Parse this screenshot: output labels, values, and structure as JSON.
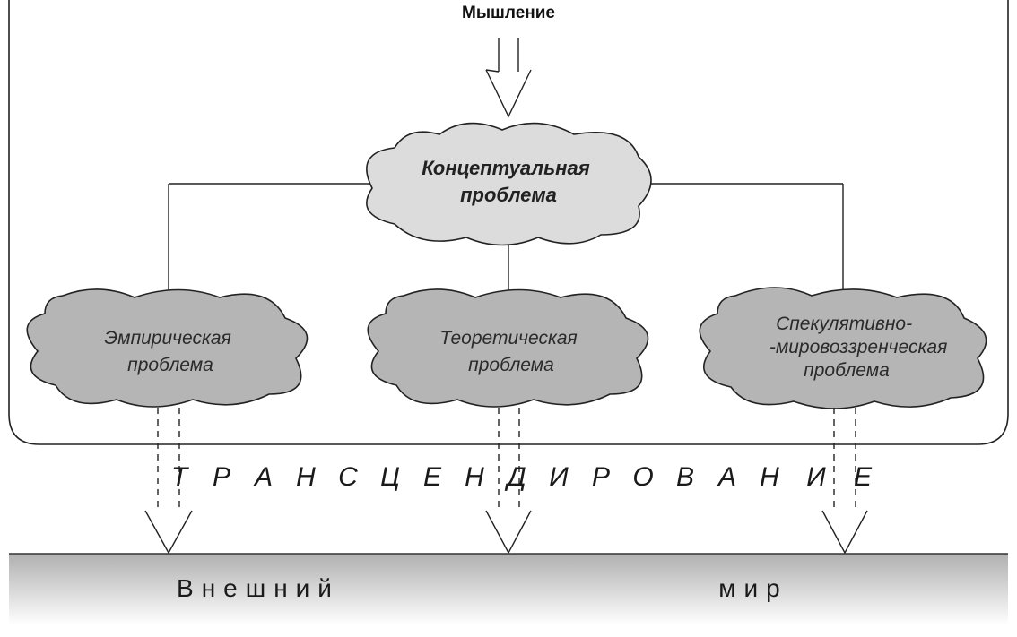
{
  "diagram": {
    "top_label": "Мышление",
    "central": {
      "line1": "Концептуальная",
      "line2": "проблема"
    },
    "problems": [
      {
        "id": "empirical",
        "lines": [
          "Эмпирическая",
          "проблема"
        ]
      },
      {
        "id": "theoretical",
        "lines": [
          "Теоретическая",
          "проблема"
        ]
      },
      {
        "id": "speculative",
        "lines": [
          "Спекулятивно-",
          "-мировоззренческая",
          "проблема"
        ]
      }
    ],
    "transcending_letters": [
      "Т",
      "Р",
      "А",
      "Н",
      "С",
      "Ц",
      "Е",
      "Н",
      "Д",
      "И",
      "Р",
      "О",
      "В",
      "А",
      "Н",
      "И",
      "Е"
    ],
    "outer_world": {
      "word1": "Внешний",
      "word2": "мир"
    },
    "colors": {
      "central_cloud": "#dcdcdc",
      "problem_cloud": "#b5b5b5",
      "line": "#222222",
      "ground_top": "#b0b0b0",
      "ground_bottom": "#ffffff"
    }
  }
}
